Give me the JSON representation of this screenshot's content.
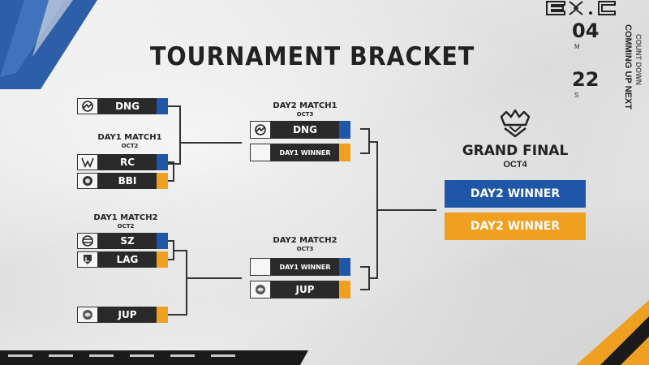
{
  "title": "TOURNAMENT BRACKET",
  "colors": {
    "blue": "#1f56a8",
    "orange": "#f0a020",
    "dark": "#2a2a2a"
  },
  "countdown": {
    "minutes": "04",
    "minutes_unit": "M",
    "seconds": "22",
    "seconds_unit": "S",
    "label": "COMMING UP NEXT",
    "sublabel": "COUNT DOWN"
  },
  "round1": {
    "bye_top": {
      "team": "DNG",
      "icon": "dng-logo-icon"
    },
    "match1": {
      "label": "DAY1 MATCH1",
      "date": "OCT2",
      "team1": {
        "team": "RC",
        "icon": "rc-logo-icon"
      },
      "team2": {
        "team": "BBI",
        "icon": "bbi-logo-icon"
      }
    },
    "match2": {
      "label": "DAY1 MATCH2",
      "date": "OCT2",
      "team1": {
        "team": "SZ",
        "icon": "sz-logo-icon"
      },
      "team2": {
        "team": "LAG",
        "icon": "lag-logo-icon"
      }
    },
    "bye_bottom": {
      "team": "JUP",
      "icon": "jup-logo-icon"
    }
  },
  "round2": {
    "match1": {
      "label": "DAY2 MATCH1",
      "date": "OCT3",
      "team1": {
        "team": "DNG",
        "icon": "dng-logo-icon"
      },
      "team2": {
        "team": "DAY1 WINNER",
        "icon": ""
      }
    },
    "match2": {
      "label": "DAY2 MATCH2",
      "date": "OCT3",
      "team1": {
        "team": "DAY1 WINNER",
        "icon": ""
      },
      "team2": {
        "team": "JUP",
        "icon": "jup-logo-icon"
      }
    }
  },
  "grand_final": {
    "title": "GRAND FINAL",
    "date": "OCT4",
    "slot1": "DAY2 WINNER",
    "slot2": "DAY2 WINNER",
    "icon": "crown-logo-icon"
  }
}
